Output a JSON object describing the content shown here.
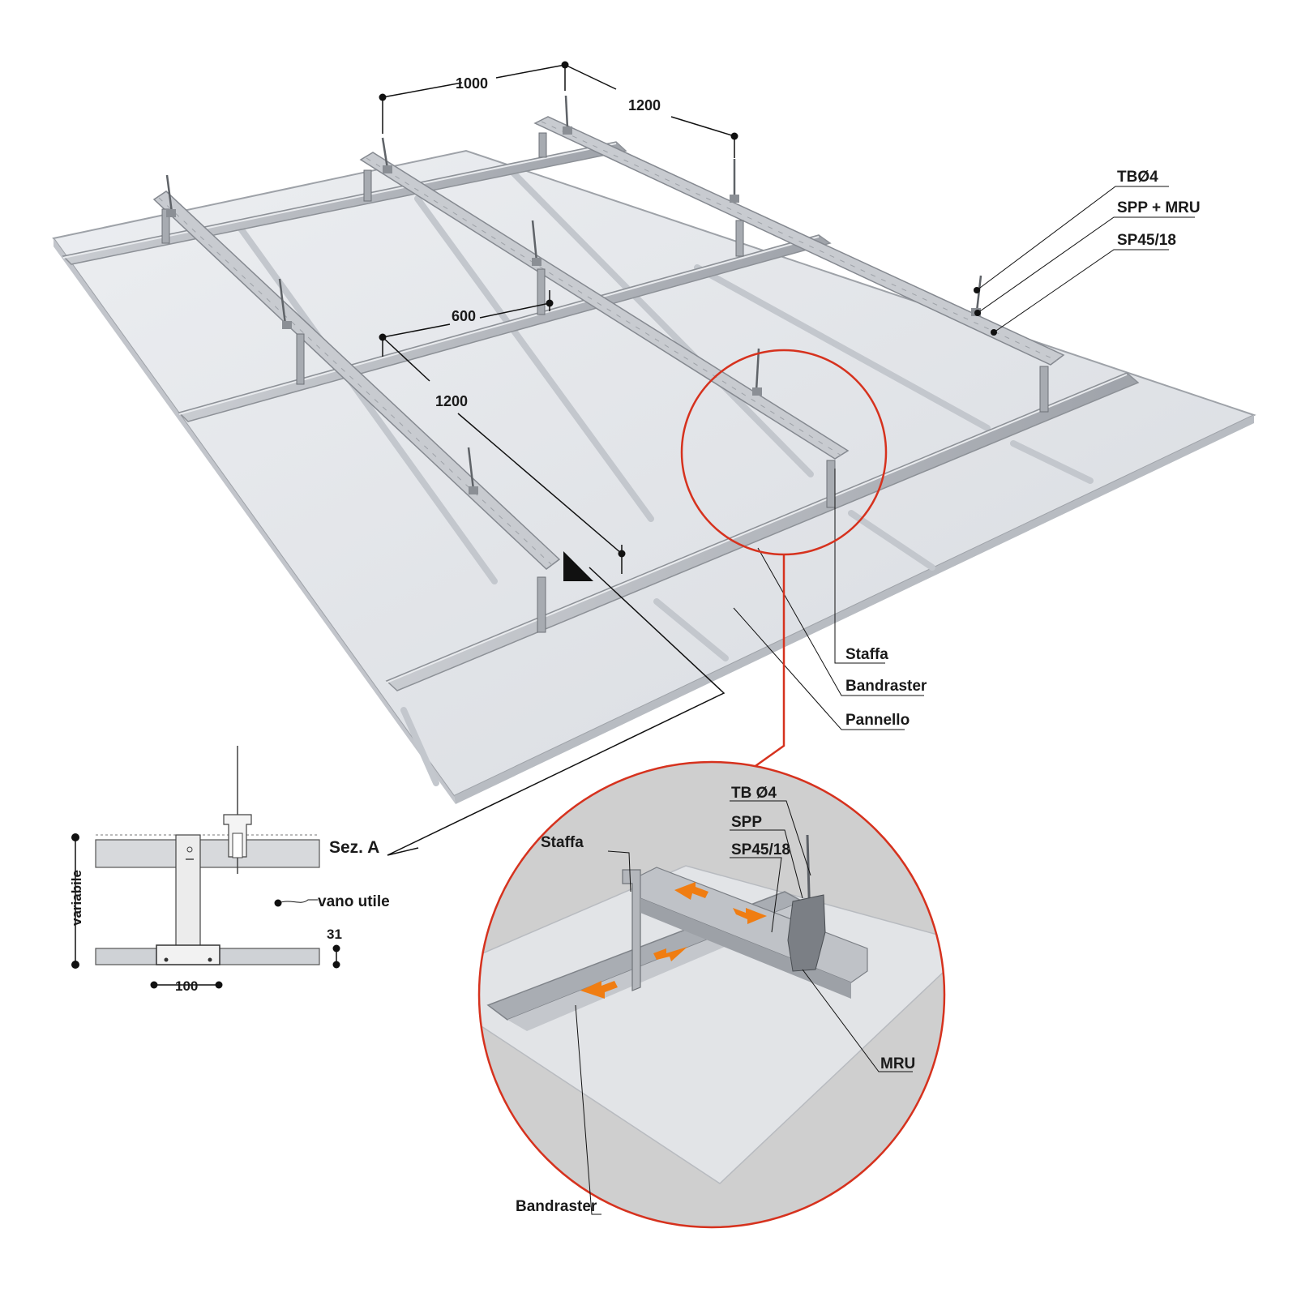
{
  "dimensions": {
    "d1000": "1000",
    "d1200_top": "1200",
    "d600": "600",
    "d1200_mid": "1200",
    "d100": "100",
    "d31": "31",
    "variabile": "variabile"
  },
  "callouts": {
    "tb04": "TBØ4",
    "spp_mru": "SPP + MRU",
    "sp4518": "SP45/18",
    "staffa": "Staffa",
    "bandraster": "Bandraster",
    "pannello": "Pannello"
  },
  "section": {
    "title": "Sez. A",
    "vano_utile": "vano utile"
  },
  "detail": {
    "tb04": "TB Ø4",
    "spp": "SPP",
    "sp4518": "SP45/18",
    "staffa": "Staffa",
    "mru": "MRU",
    "bandraster": "Bandraster"
  },
  "colors": {
    "highlight_circle": "#d6321e",
    "arrow": "#f07d12",
    "panel": "#dfe2e6",
    "rail": "#b9bcc1",
    "channel": "#a9adb3",
    "detail_background": "#cfcfcf"
  }
}
